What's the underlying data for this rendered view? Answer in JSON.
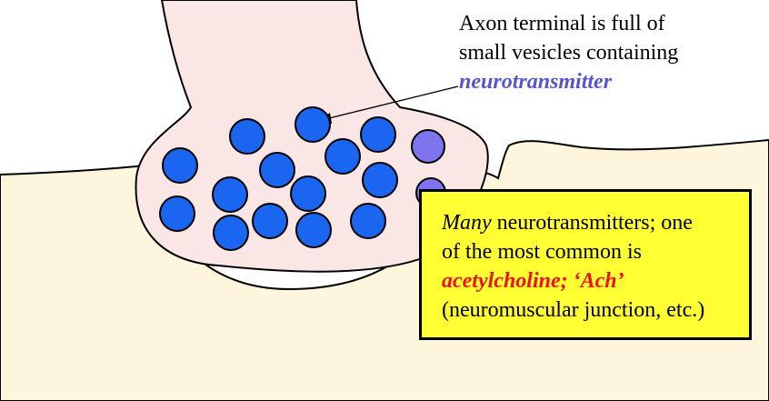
{
  "vesicle_note": {
    "line1": "Axon terminal is full of",
    "line2": "small vesicles containing",
    "line3": "neurotransmitter"
  },
  "info_box": {
    "line1_italic": "Many",
    "line1_rest": " neurotransmitters; one",
    "line2": "of the most common is",
    "line3": "acetylcholine; ‘Ach’",
    "line4": "(neuromuscular junction, etc.)"
  },
  "colors": {
    "terminal_fill": "#fbe6e6",
    "muscle_fill": "#fdf6dc",
    "vesicle_blue": "#1a66f0",
    "vesicle_purple": "#7f74f0",
    "highlight_blue_text": "#5555cc",
    "highlight_red_text": "#ee1111",
    "box_yellow": "#ffff33"
  }
}
